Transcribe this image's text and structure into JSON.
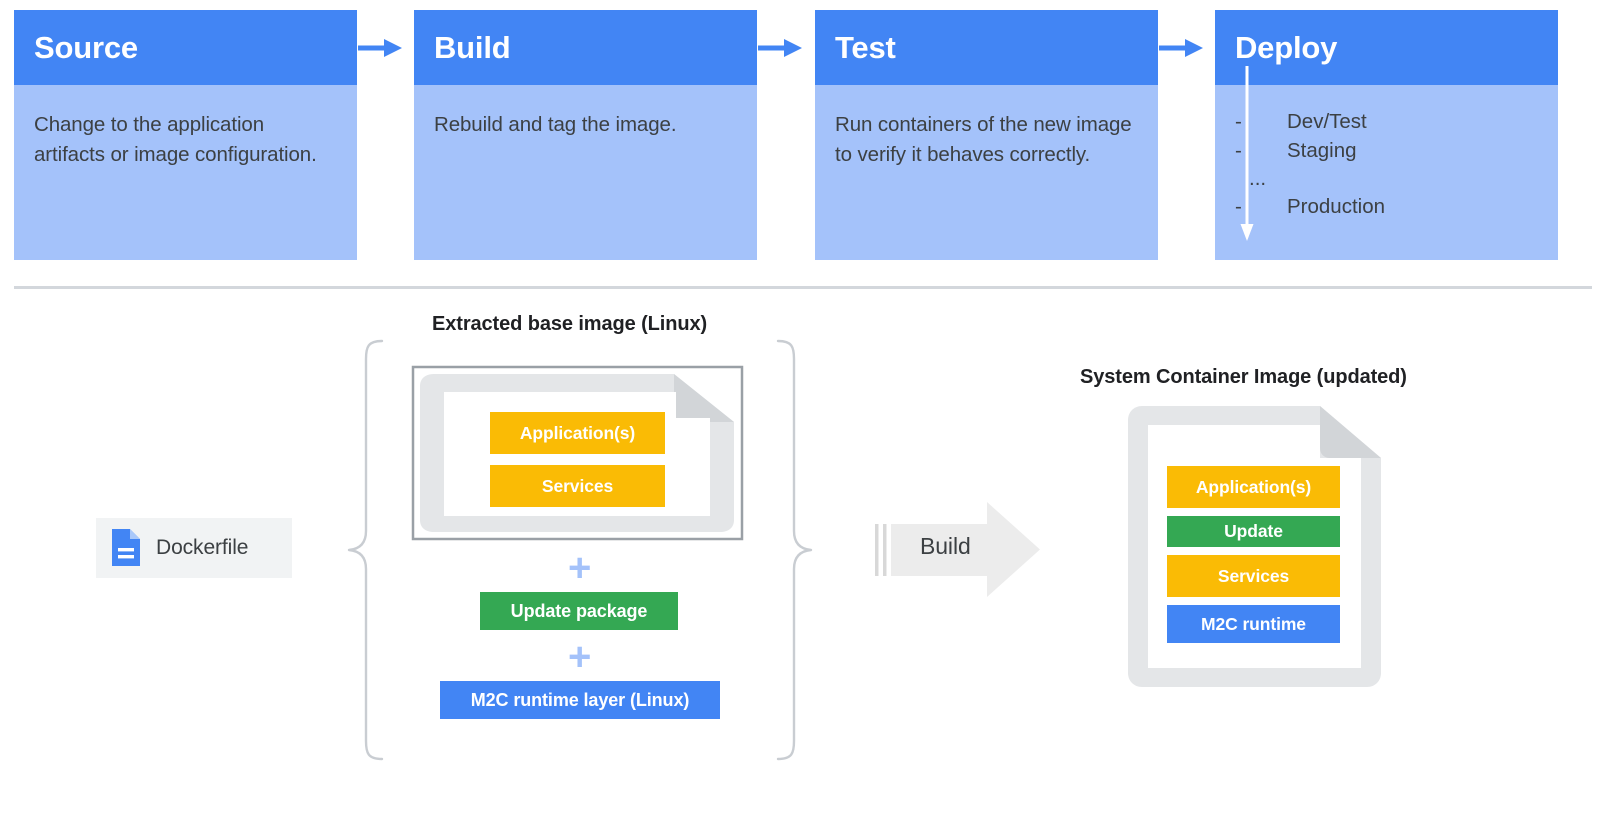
{
  "pipeline": {
    "cards": [
      {
        "title": "Source",
        "body": "Change to the application artifacts or image configuration."
      },
      {
        "title": "Build",
        "body": "Rebuild and tag the image."
      },
      {
        "title": "Test",
        "body": "Run containers of the new image to verify it behaves correctly."
      },
      {
        "title": "Deploy",
        "body": ""
      }
    ],
    "deploy_stages": [
      {
        "dash": "-",
        "label": "Dev/Test"
      },
      {
        "dash": "-",
        "label": "Staging"
      },
      {
        "dash": "",
        "label": "..."
      },
      {
        "dash": "-",
        "label": "Production"
      }
    ],
    "connector_icon": "arrow-right-icon",
    "deploy_flow_icon": "arrow-down-icon",
    "colors": {
      "header": "#4285F4",
      "body": "#A4C2FA",
      "text": "#3C4043",
      "divider": "#D3D7DC"
    }
  },
  "build_diagram": {
    "dockerfile": {
      "label": "Dockerfile",
      "icon": "document-icon",
      "chip_bg": "#F1F3F4",
      "icon_color": "#4285F4"
    },
    "extracted": {
      "title": "Extracted base image (Linux)",
      "layers": [
        {
          "label": "Application(s)",
          "color": "#FABB05"
        },
        {
          "label": "Services",
          "color": "#FABB05"
        }
      ],
      "additions": [
        {
          "plus": "+",
          "label": "Update package",
          "color": "#34A853"
        },
        {
          "plus": "+",
          "label": "M2C runtime layer (Linux)",
          "color": "#4285F4"
        }
      ],
      "plus_color": "#A4C2FA"
    },
    "build_arrow": {
      "label": "Build",
      "icon": "arrow-right-block-icon",
      "color": "#ECECEC"
    },
    "system_image": {
      "title": "System Container Image (updated)",
      "layers": [
        {
          "label": "Application(s)",
          "color": "#FABB05"
        },
        {
          "label": "Update",
          "color": "#34A853"
        },
        {
          "label": "Services",
          "color": "#FABB05"
        },
        {
          "label": "M2C runtime",
          "color": "#4285F4"
        }
      ]
    },
    "brace_left_icon": "curly-brace-left-icon",
    "brace_right_icon": "curly-brace-right-icon"
  }
}
